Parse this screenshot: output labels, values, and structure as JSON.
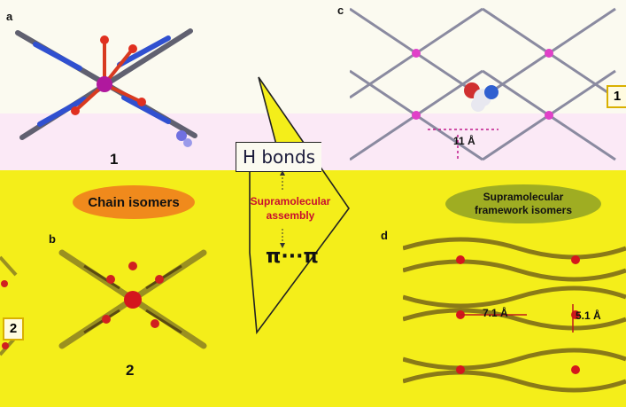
{
  "panels": {
    "a": "a",
    "b": "b",
    "c": "c",
    "d": "d"
  },
  "compounds": {
    "one": "1",
    "two": "2"
  },
  "labels": {
    "chain_isomers": "Chain isomers",
    "supramolecular_framework_isomers_line1": "Supramolecular",
    "supramolecular_framework_isomers_line2": "framework isomers",
    "h_bonds": "H bonds",
    "supramolecular_assembly_line1": "Supramolecular",
    "supramolecular_assembly_line2": "assembly",
    "pi_pi": "π···π",
    "dist_11": "11 Å",
    "dist_7_1": "7.1 Å",
    "dist_5_1": "5.1 Å"
  },
  "colors": {
    "background_yellow": "#f4ee1a",
    "chain_pill": "#f08a1c",
    "framework_pill": "#9fad22",
    "assembly_text": "#c8102e",
    "metal_purple": "#b0189e",
    "metal_red": "#d4161d"
  }
}
